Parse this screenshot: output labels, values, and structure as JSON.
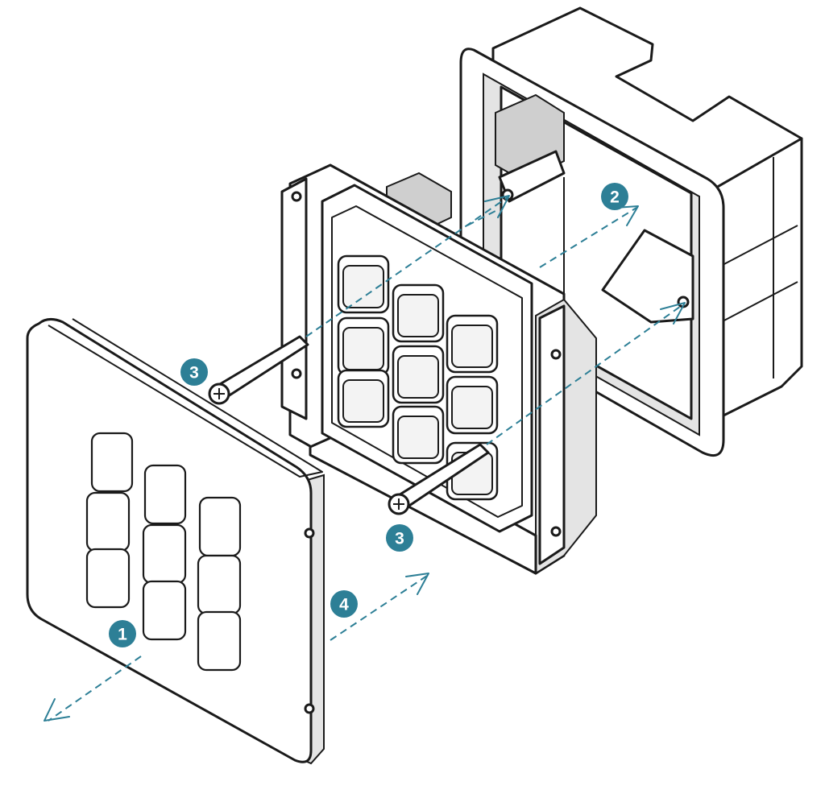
{
  "colors": {
    "accent": "#2d7f96",
    "line": "#1a1a1a",
    "badge_text": "#ffffff",
    "background": "#ffffff"
  },
  "steps": [
    {
      "id": "step-1",
      "label": "1"
    },
    {
      "id": "step-2",
      "label": "2"
    },
    {
      "id": "step-3a",
      "label": "3"
    },
    {
      "id": "step-3b",
      "label": "3"
    },
    {
      "id": "step-4",
      "label": "4"
    }
  ]
}
